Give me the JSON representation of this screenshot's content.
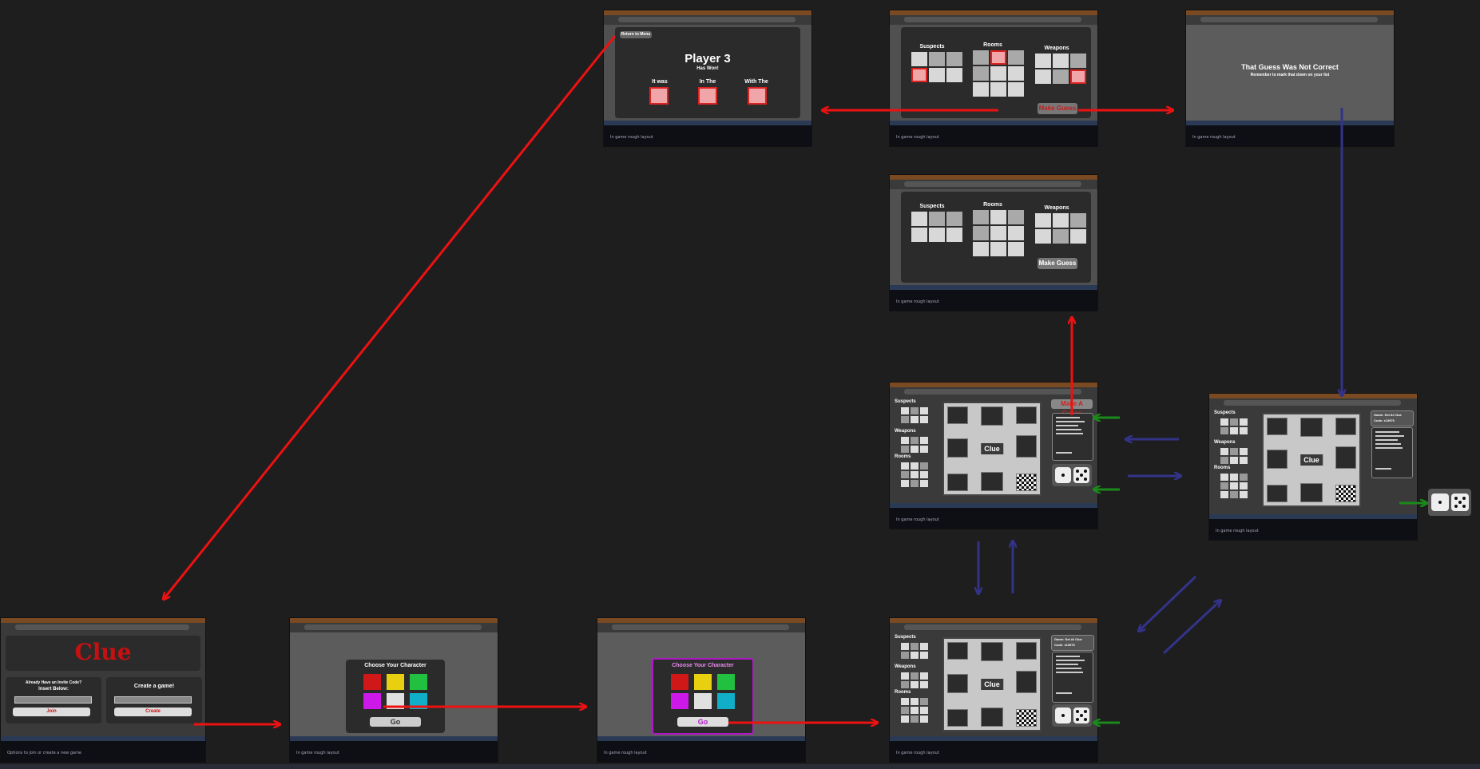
{
  "frames": {
    "win": {
      "return_btn": "Return to Menu",
      "player": "Player 3",
      "has_won": "Has Won!",
      "it_was": "It was",
      "in_the": "In The",
      "with_the": "With The",
      "caption": "In game rough layout"
    },
    "guess_selected": {
      "suspects": "Suspects",
      "rooms": "Rooms",
      "weapons": "Weapons",
      "make_guess": "Make Guess",
      "caption": "In game rough layout"
    },
    "not_correct": {
      "title": "That Guess Was Not Correct",
      "subtitle": "Remember to mark that down on your list",
      "caption": "In game rough layout"
    },
    "guess_empty": {
      "suspects": "Suspects",
      "rooms": "Rooms",
      "weapons": "Weapons",
      "make_guess": "Make Guess",
      "caption": "In game rough layout"
    },
    "game_guess": {
      "suspects": "Suspects",
      "weapons": "Weapons",
      "rooms": "Rooms",
      "make_guess": "Make A Guess",
      "board_logo": "Clue",
      "caption": "In game rough layout"
    },
    "game_right": {
      "suspects": "Suspects",
      "weapons": "Weapons",
      "rooms": "Rooms",
      "board_logo": "Clue",
      "info_line1": "Game: Set At Clue",
      "info_line2": "Code: x13976",
      "caption": "In game rough layout"
    },
    "menu": {
      "logo": "Clue",
      "join_heading1": "Already Have an Invite Code?",
      "join_heading2": "Insert Below:",
      "create_heading": "Create a game!",
      "join_btn": "Join",
      "create_btn": "Create",
      "caption": "Options to join or create a new game"
    },
    "choose1": {
      "title": "Choose Your Character",
      "go": "Go",
      "caption": "In game rough layout"
    },
    "choose2": {
      "title": "Choose Your Character",
      "go": "Go",
      "caption": "In game rough layout"
    },
    "game_bottom": {
      "suspects": "Suspects",
      "weapons": "Weapons",
      "rooms": "Rooms",
      "board_logo": "Clue",
      "info_line1": "Game: Set At Clue",
      "info_line2": "Code: x13976",
      "caption": "In game rough layout"
    }
  },
  "colors": {
    "red_arrow": "#ee1111",
    "blue_arrow": "#33338a",
    "green_arrow": "#1a8a1a",
    "character_colors": [
      "#d11818",
      "#e8cf10",
      "#22c040",
      "#cc18e8",
      "#e0e0e0",
      "#10aec8"
    ]
  }
}
